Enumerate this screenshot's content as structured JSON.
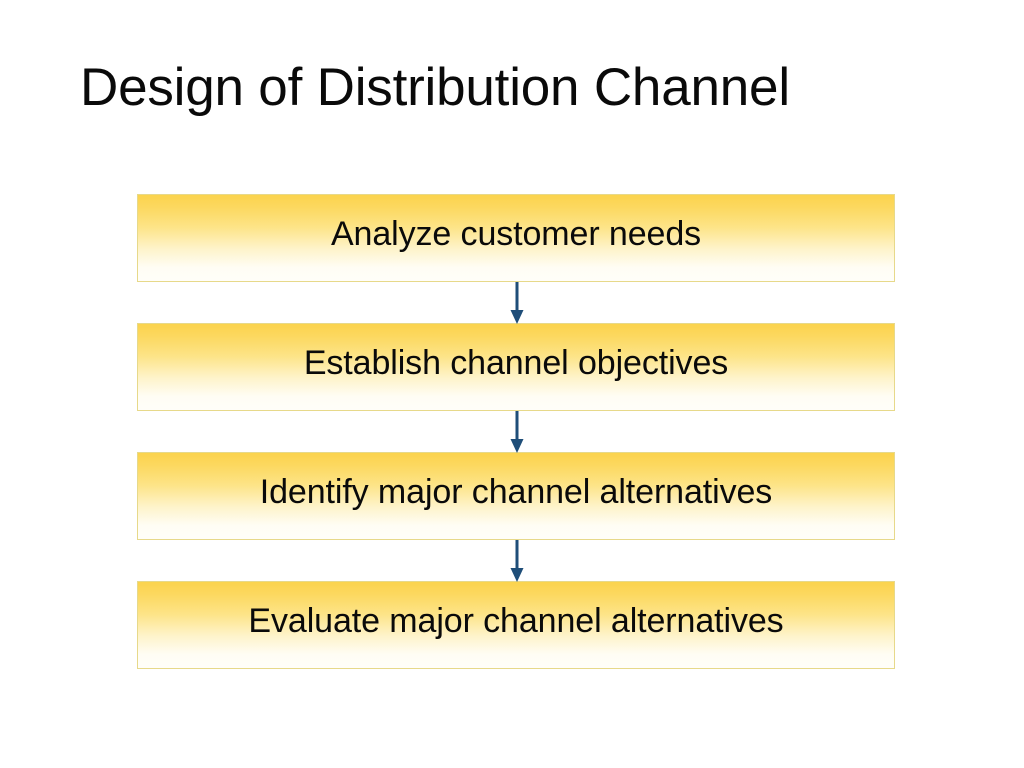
{
  "slide": {
    "title": "Design of Distribution Channel",
    "background_color": "#ffffff",
    "title_color": "#0a0a0a"
  },
  "flowchart": {
    "type": "vertical-process-flow",
    "orientation": "top-to-bottom",
    "box_fill_top_color": "#fbd34d",
    "box_fill_bottom_color": "#fffef9",
    "box_border_color": "#e7d98a",
    "box_text_color": "#0a0a0a",
    "arrow_color": "#1f4e79",
    "steps": [
      {
        "index": 1,
        "label": "Analyze customer needs"
      },
      {
        "index": 2,
        "label": "Establish channel objectives"
      },
      {
        "index": 3,
        "label": "Identify major channel alternatives"
      },
      {
        "index": 4,
        "label": "Evaluate major channel alternatives"
      }
    ],
    "connectors": [
      {
        "from": 1,
        "to": 2,
        "shape": "down-arrow"
      },
      {
        "from": 2,
        "to": 3,
        "shape": "down-arrow"
      },
      {
        "from": 3,
        "to": 4,
        "shape": "down-arrow"
      }
    ]
  }
}
